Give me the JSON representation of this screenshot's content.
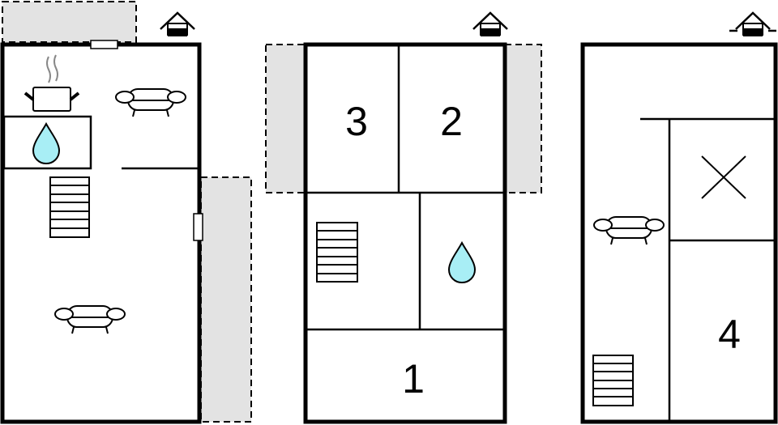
{
  "floor_plan": {
    "colors": {
      "wall": "#000000",
      "exterior_area": "#e3e3e3",
      "water": "#a8eef5"
    },
    "plans": [
      {
        "name": "plan-1",
        "icons": [
          "house-icon",
          "pot-icon",
          "water-drop-icon",
          "sofa-icon",
          "stairs-icon",
          "sofa-icon"
        ]
      },
      {
        "name": "plan-2",
        "rooms": [
          {
            "label": "3"
          },
          {
            "label": "2"
          },
          {
            "label": "1"
          }
        ],
        "icons": [
          "house-icon",
          "stairs-icon",
          "water-drop-icon"
        ]
      },
      {
        "name": "plan-3",
        "rooms": [
          {
            "label": "4"
          }
        ],
        "icons": [
          "house-icon",
          "cross-icon",
          "sofa-icon",
          "stairs-icon"
        ]
      }
    ]
  }
}
